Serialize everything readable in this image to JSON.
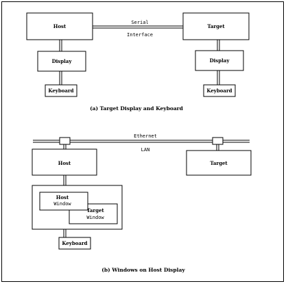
{
  "diagram_a": {
    "host": "Host",
    "target": "Target",
    "link_line1": "Serial",
    "link_line2": "Interface",
    "host_display": "Display",
    "target_display": "Display",
    "host_keyboard": "Keyboard",
    "target_keyboard": "Keyboard",
    "caption": "(a) Target Display and Keyboard"
  },
  "diagram_b": {
    "network_line1": "Ethernet",
    "network_line2": "LAN",
    "host": "Host",
    "target": "Target",
    "host_window_line1": "Host",
    "host_window_line2": "Window",
    "target_window_line1": "Target",
    "target_window_line2": "Window",
    "keyboard": "Keyboard",
    "caption": "(b) Windows on Host Display"
  }
}
